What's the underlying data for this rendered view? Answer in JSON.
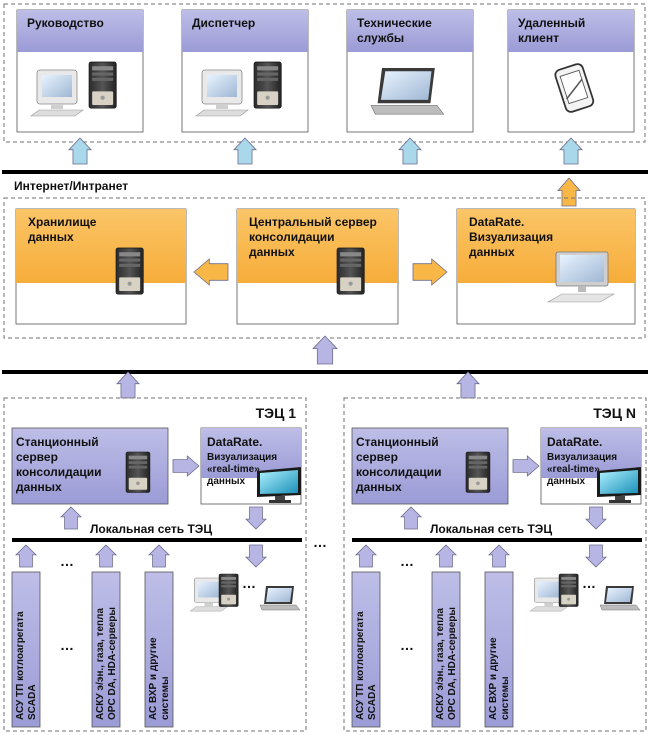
{
  "top_clients": [
    {
      "title": [
        "Руководство"
      ],
      "icon": "desktop-pc-icon"
    },
    {
      "title": [
        "Диспетчер"
      ],
      "icon": "desktop-pc-icon"
    },
    {
      "title": [
        "Технические",
        "службы"
      ],
      "icon": "laptop-icon"
    },
    {
      "title": [
        "Удаленный",
        "клиент"
      ],
      "icon": "tablet-icon"
    }
  ],
  "network_top": "Интернет/Интранет",
  "center": {
    "storage": [
      "Хранилище",
      "данных"
    ],
    "server": [
      "Центральный сервер",
      "консолидации",
      "данных"
    ],
    "viz": [
      "DataRate.",
      "Визуализация",
      "данных"
    ]
  },
  "stations": [
    {
      "title": "ТЭЦ  1",
      "server": [
        "Станционный",
        "сервер",
        "консолидации",
        "данных"
      ],
      "viz_title": "DataRate.",
      "viz_sub": [
        "Визуализация",
        "«real-time»",
        "данных"
      ],
      "lan": "Локальная сеть ТЭЦ",
      "sources": [
        [
          "АСУ ТП котлоагрегата",
          "SCADA"
        ],
        [
          "АСКУ э/эн., газа, тепла",
          "OPC DA, HDA-серверы"
        ],
        [
          "АС ВХР и другие",
          "системы"
        ]
      ]
    },
    {
      "title": "ТЭЦ  N",
      "server": [
        "Станционный",
        "сервер",
        "консолидации",
        "данных"
      ],
      "viz_title": "DataRate.",
      "viz_sub": [
        "Визуализация",
        "«real-time»",
        "данных"
      ],
      "lan": "Локальная сеть ТЭЦ",
      "sources": [
        [
          "АСУ ТП котлоагрегата",
          "SCADA"
        ],
        [
          "АСКУ э/эн., газа, тепла",
          "OPC DA, HDA-серверы"
        ],
        [
          "АС ВХР и другие",
          "системы"
        ]
      ]
    }
  ],
  "ellipsis": "…",
  "colors": {
    "lavender": "#a9a9dc",
    "orange": "#f9b748",
    "arrow_blue": "#a9d8ea",
    "arrow_lilac": "#b6b5e4",
    "line": "#000000",
    "frame": "#707070"
  }
}
